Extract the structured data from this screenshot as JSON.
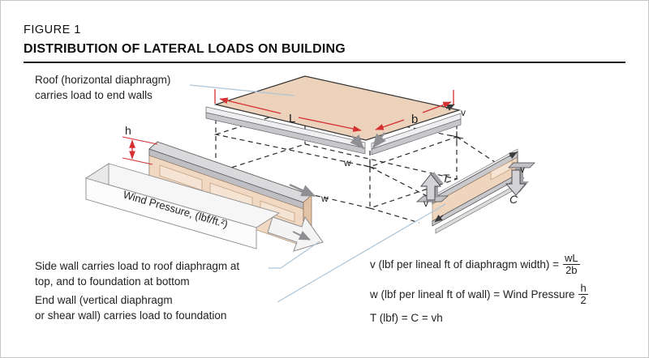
{
  "header": {
    "figure_label": "FIGURE 1",
    "title": "DISTRIBUTION OF LATERAL LOADS ON BUILDING"
  },
  "callouts": {
    "roof": {
      "line1": "Roof (horizontal diaphragm)",
      "line2": "carries load to end walls"
    },
    "side_wall": {
      "line1": "Side wall carries load to roof diaphragm at",
      "line2": "top, and to foundation at bottom"
    },
    "end_wall": {
      "line1": "End wall (vertical diaphragm",
      "line2": "or shear wall) carries load to foundation"
    }
  },
  "diagram": {
    "wind_pressure_label": "Wind Pressure, (lbf/ft.²)",
    "labels": {
      "L": "L",
      "b": "b",
      "h": "h",
      "v": "v",
      "w": "w",
      "T": "T",
      "C": "C"
    }
  },
  "formulas": {
    "f1": {
      "text": "v (lbf per lineal ft of diaphragm width) =",
      "num": "wL",
      "den": "2b"
    },
    "f2": {
      "text": "w (lbf per lineal ft of wall) = Wind Pressure",
      "num": "h",
      "den": "2"
    },
    "f3": {
      "text": "T (lbf) = C = vh"
    }
  },
  "colors": {
    "roof_tan": "#ecd2ba",
    "wall_tan": "#f0d8c2",
    "panel_tan": "#f5e4d3",
    "steel_gray": "#c9c9cd",
    "light_gray": "#efeff1",
    "slab_white": "#fcfcfd",
    "dimension_red": "#d63031",
    "leader_blue": "#adc6d9",
    "dash_black": "#2b2b2b",
    "text": "#222222"
  }
}
